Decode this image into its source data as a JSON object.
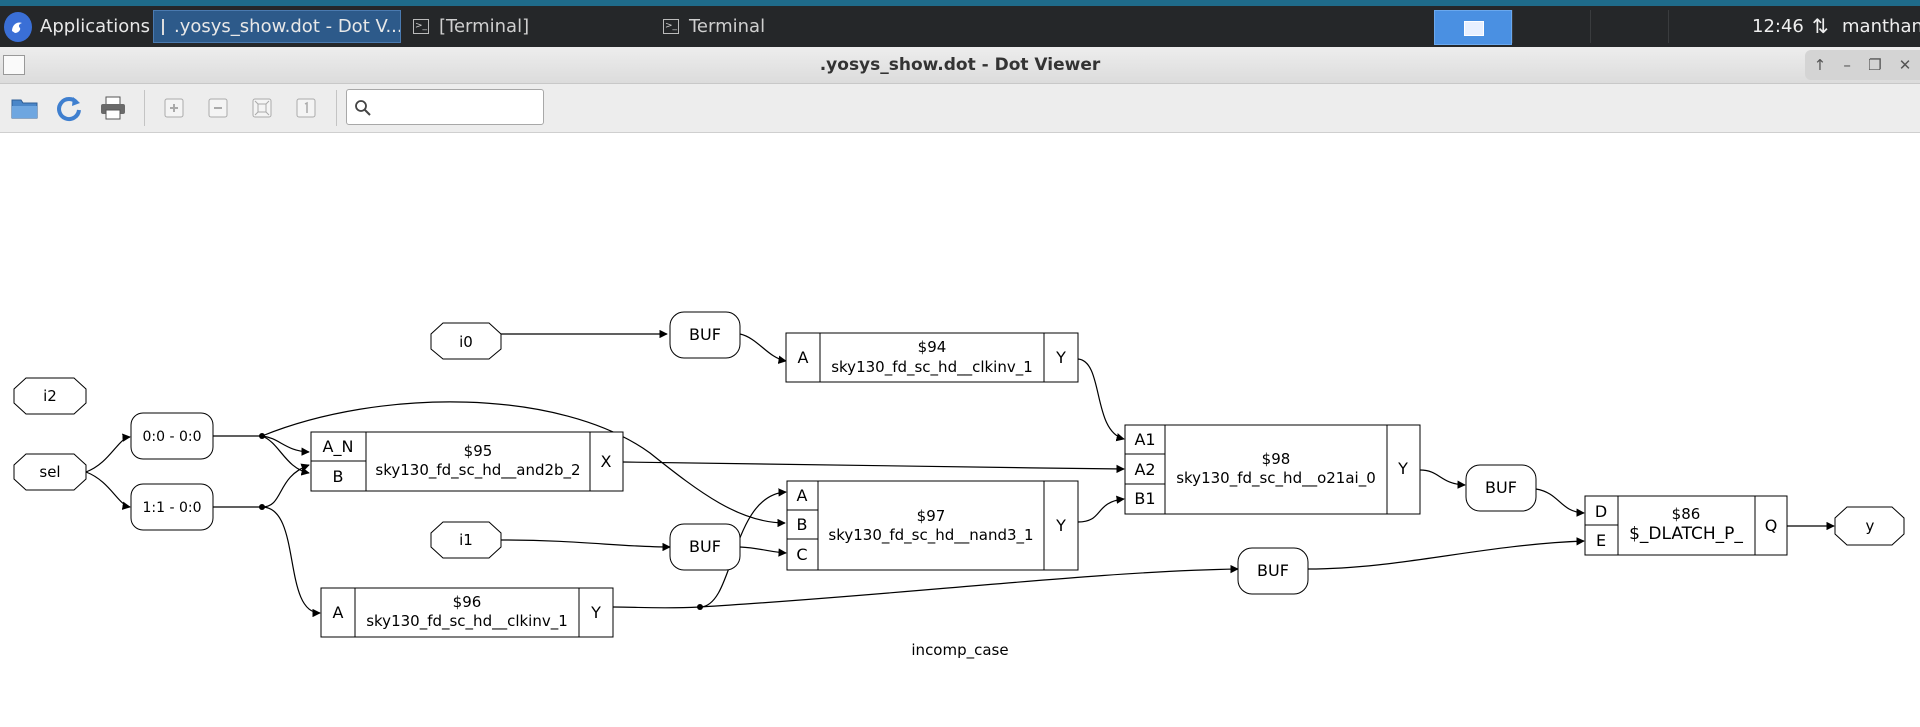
{
  "taskbar": {
    "apps_label": "Applications",
    "tasks": [
      {
        "label": ".yosys_show.dot - Dot V..."
      },
      {
        "label": "[Terminal]"
      },
      {
        "label": "Terminal"
      }
    ],
    "clock": "12:46",
    "user": "manthan"
  },
  "window": {
    "title": ".yosys_show.dot - Dot Viewer"
  },
  "toolbar": {
    "search_value": ""
  },
  "graph": {
    "caption": "incomp_case",
    "ports": {
      "i0": "i0",
      "i1": "i1",
      "i2": "i2",
      "sel": "sel",
      "y": "y"
    },
    "slices": {
      "s0": "0:0 - 0:0",
      "s1": "1:1 - 0:0"
    },
    "bufs": {
      "b1": "BUF",
      "b2": "BUF",
      "b3": "BUF",
      "b4": "BUF"
    },
    "cells": {
      "c94": {
        "id": "$94",
        "type": "sky130_fd_sc_hd__clkinv_1",
        "pins": [
          "A"
        ],
        "out": "Y"
      },
      "c95": {
        "id": "$95",
        "type": "sky130_fd_sc_hd__and2b_2",
        "pins": [
          "A_N",
          "B"
        ],
        "out": "X"
      },
      "c96": {
        "id": "$96",
        "type": "sky130_fd_sc_hd__clkinv_1",
        "pins": [
          "A"
        ],
        "out": "Y"
      },
      "c97": {
        "id": "$97",
        "type": "sky130_fd_sc_hd__nand3_1",
        "pins": [
          "A",
          "B",
          "C"
        ],
        "out": "Y"
      },
      "c98": {
        "id": "$98",
        "type": "sky130_fd_sc_hd__o21ai_0",
        "pins": [
          "A1",
          "A2",
          "B1"
        ],
        "out": "Y"
      },
      "c86": {
        "id": "$86",
        "type": "$_DLATCH_P_",
        "pins": [
          "D",
          "E"
        ],
        "out": "Q"
      }
    }
  },
  "icons": [
    "applications-logo-icon",
    "window-icon",
    "terminal-icon",
    "open-file-icon",
    "reload-icon",
    "print-icon",
    "zoom-in-icon",
    "zoom-out-icon",
    "zoom-fit-icon",
    "zoom-100-icon",
    "search-icon",
    "network-icon"
  ]
}
